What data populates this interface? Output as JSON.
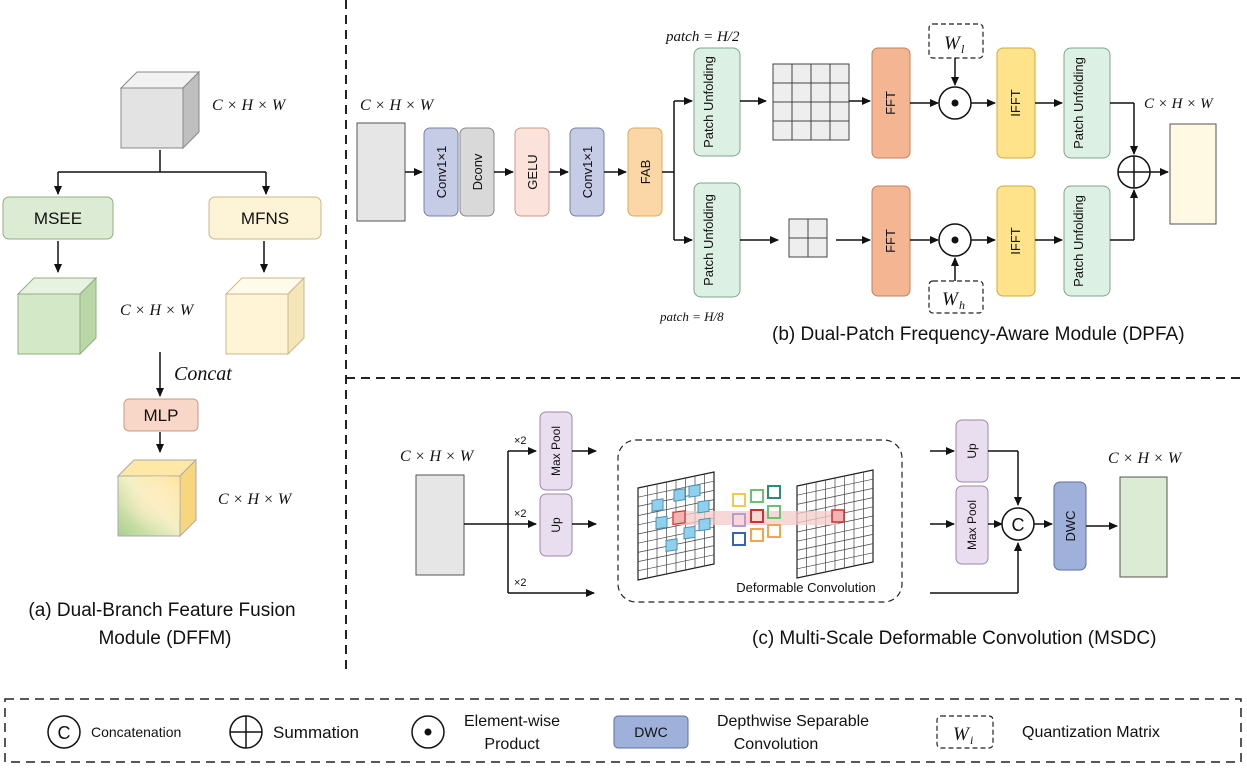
{
  "dffm": {
    "top_dim": "C × H × W",
    "branch_left": "MSEE",
    "branch_right": "MFNS",
    "mid_dim": "C × H × W",
    "concat": "Concat",
    "mlp": "MLP",
    "out_dim": "C × H × W",
    "caption_line1": "(a) Dual-Branch Feature Fusion",
    "caption_line2": "Module (DFFM)"
  },
  "dpfa": {
    "in_dim": "C × H × W",
    "conv1": "Conv1×1",
    "dconv": "Dconv",
    "gelu": "GELU",
    "conv2": "Conv1×1",
    "fab": "FAB",
    "patch_top_label": "patch = H/2",
    "patch_bottom_label": "patch = H/8",
    "patch_unfolding_top": "Patch Unfolding",
    "patch_unfolding_bottom": "Patch Unfolding",
    "fft_top": "FFT",
    "fft_bottom": "FFT",
    "ifft_top": "IFFT",
    "ifft_bottom": "IFFT",
    "patch_out_top": "Patch Unfolding",
    "patch_out_bottom": "Patch Unfolding",
    "wl": "W",
    "wl_sub": "l",
    "wh": "W",
    "wh_sub": "h",
    "out_dim": "C × H × W",
    "caption": "(b)  Dual-Patch Frequency-Aware Module (DPFA)"
  },
  "msdc": {
    "in_dim": "C × H × W",
    "x2_a": "×2",
    "x2_b": "×2",
    "x2_c": "×2",
    "maxpool_left": "Max Pool",
    "up_left": "Up",
    "deformable": "Deformable Convolution",
    "up_right": "Up",
    "maxpool_right": "Max Pool",
    "concat_symbol": "C",
    "dwc": "DWC",
    "out_dim": "C × H × W",
    "caption": "(c) Multi-Scale Deformable Convolution (MSDC)"
  },
  "legend": {
    "concat_symbol": "C",
    "concat_label": "Concatenation",
    "sum_label": "Summation",
    "product_line1": "Element-wise",
    "product_line2": "Product",
    "dwc_box": "DWC",
    "dwc_line1": "Depthwise Separable",
    "dwc_line2": "Convolution",
    "wi": "W",
    "wi_sub": "i",
    "quant_label": "Quantization  Matrix"
  },
  "colors": {
    "gray_block": "#e6e6e6",
    "green_block": "#dcebd4",
    "yellow_block": "#fdf3d6",
    "conv_blue": "#c6cbe6",
    "dconv_gray": "#d9d9d9",
    "gelu_pink": "#fbe3dc",
    "fab_orange": "#fbd6a6",
    "patch_green": "#dcf0e4",
    "fft_salmon": "#f4b592",
    "ifft_yellow": "#ffe38a",
    "pool_purple": "#e9def0",
    "dwc_blue": "#9fb1db",
    "mlp_pink": "#f8d7c8"
  }
}
